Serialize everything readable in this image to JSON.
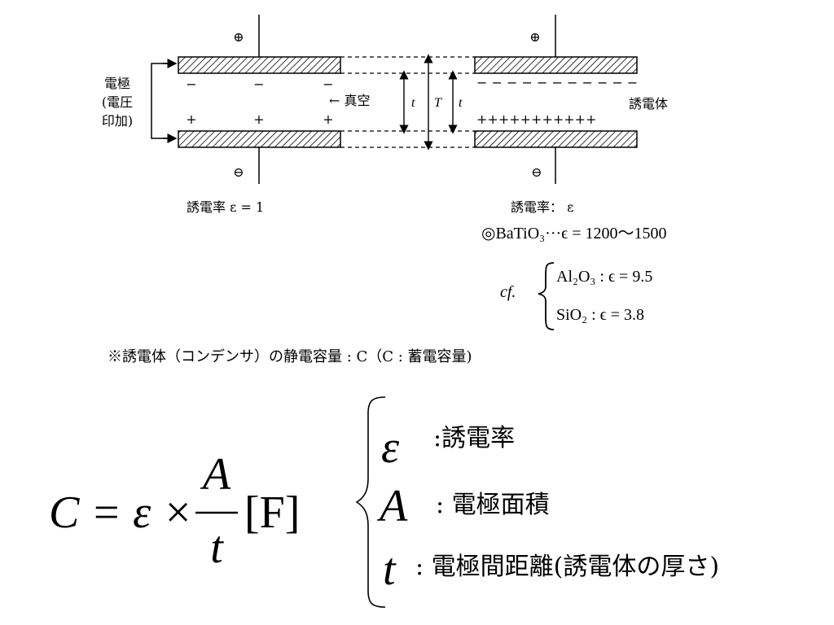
{
  "diagram": {
    "plus_symbol": "⊕",
    "minus_symbol": "⊖",
    "electrode_label": [
      "電極",
      "(電圧",
      "印加)"
    ],
    "vacuum_label": "← 真空",
    "t_label": "t",
    "T_label": "T",
    "dielectric_label": "誘電体",
    "left_charges_top": [
      "−",
      "−",
      "−"
    ],
    "left_charges_bottom": [
      "+",
      "+",
      "+"
    ],
    "right_charges_top": "− − − − − − − − − − −",
    "right_charges_bottom": "+++++++++++",
    "permittivity_left": "誘電率 ε = 1",
    "permittivity_right": "誘電率： ε",
    "batio3_line": "◎BaTiO₃···ϵ = 1200〜1500",
    "cf_label": "cf.",
    "al2o3_line": "Al₂O₃ : ϵ = 9.5",
    "sio2_line": "SiO₂  : ϵ = 3.8",
    "note": "※誘電体（コンデンサ）の静電容量 : C（C : 蓄電容量)"
  },
  "formula": {
    "lhs": "C = ε ×",
    "numerator": "A",
    "denominator": "t",
    "unit": "[F]",
    "definitions": [
      {
        "symbol": "ε",
        "text": ":誘電率"
      },
      {
        "symbol": "A",
        "text": ": 電極面積"
      },
      {
        "symbol": "t",
        "text": ": 電極間距離(誘電体の厚さ)"
      }
    ]
  }
}
